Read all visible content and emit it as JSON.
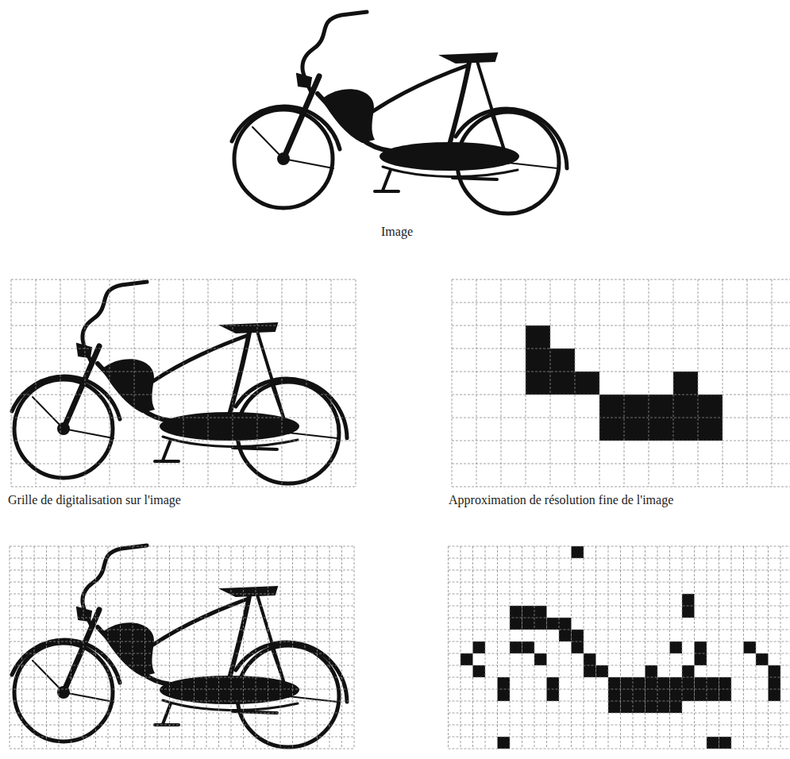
{
  "diagram": {
    "labels": [
      "Image",
      "Grille de digitalisation sur l'image",
      "Approximation de résolution fine de l'image"
    ]
  }
}
